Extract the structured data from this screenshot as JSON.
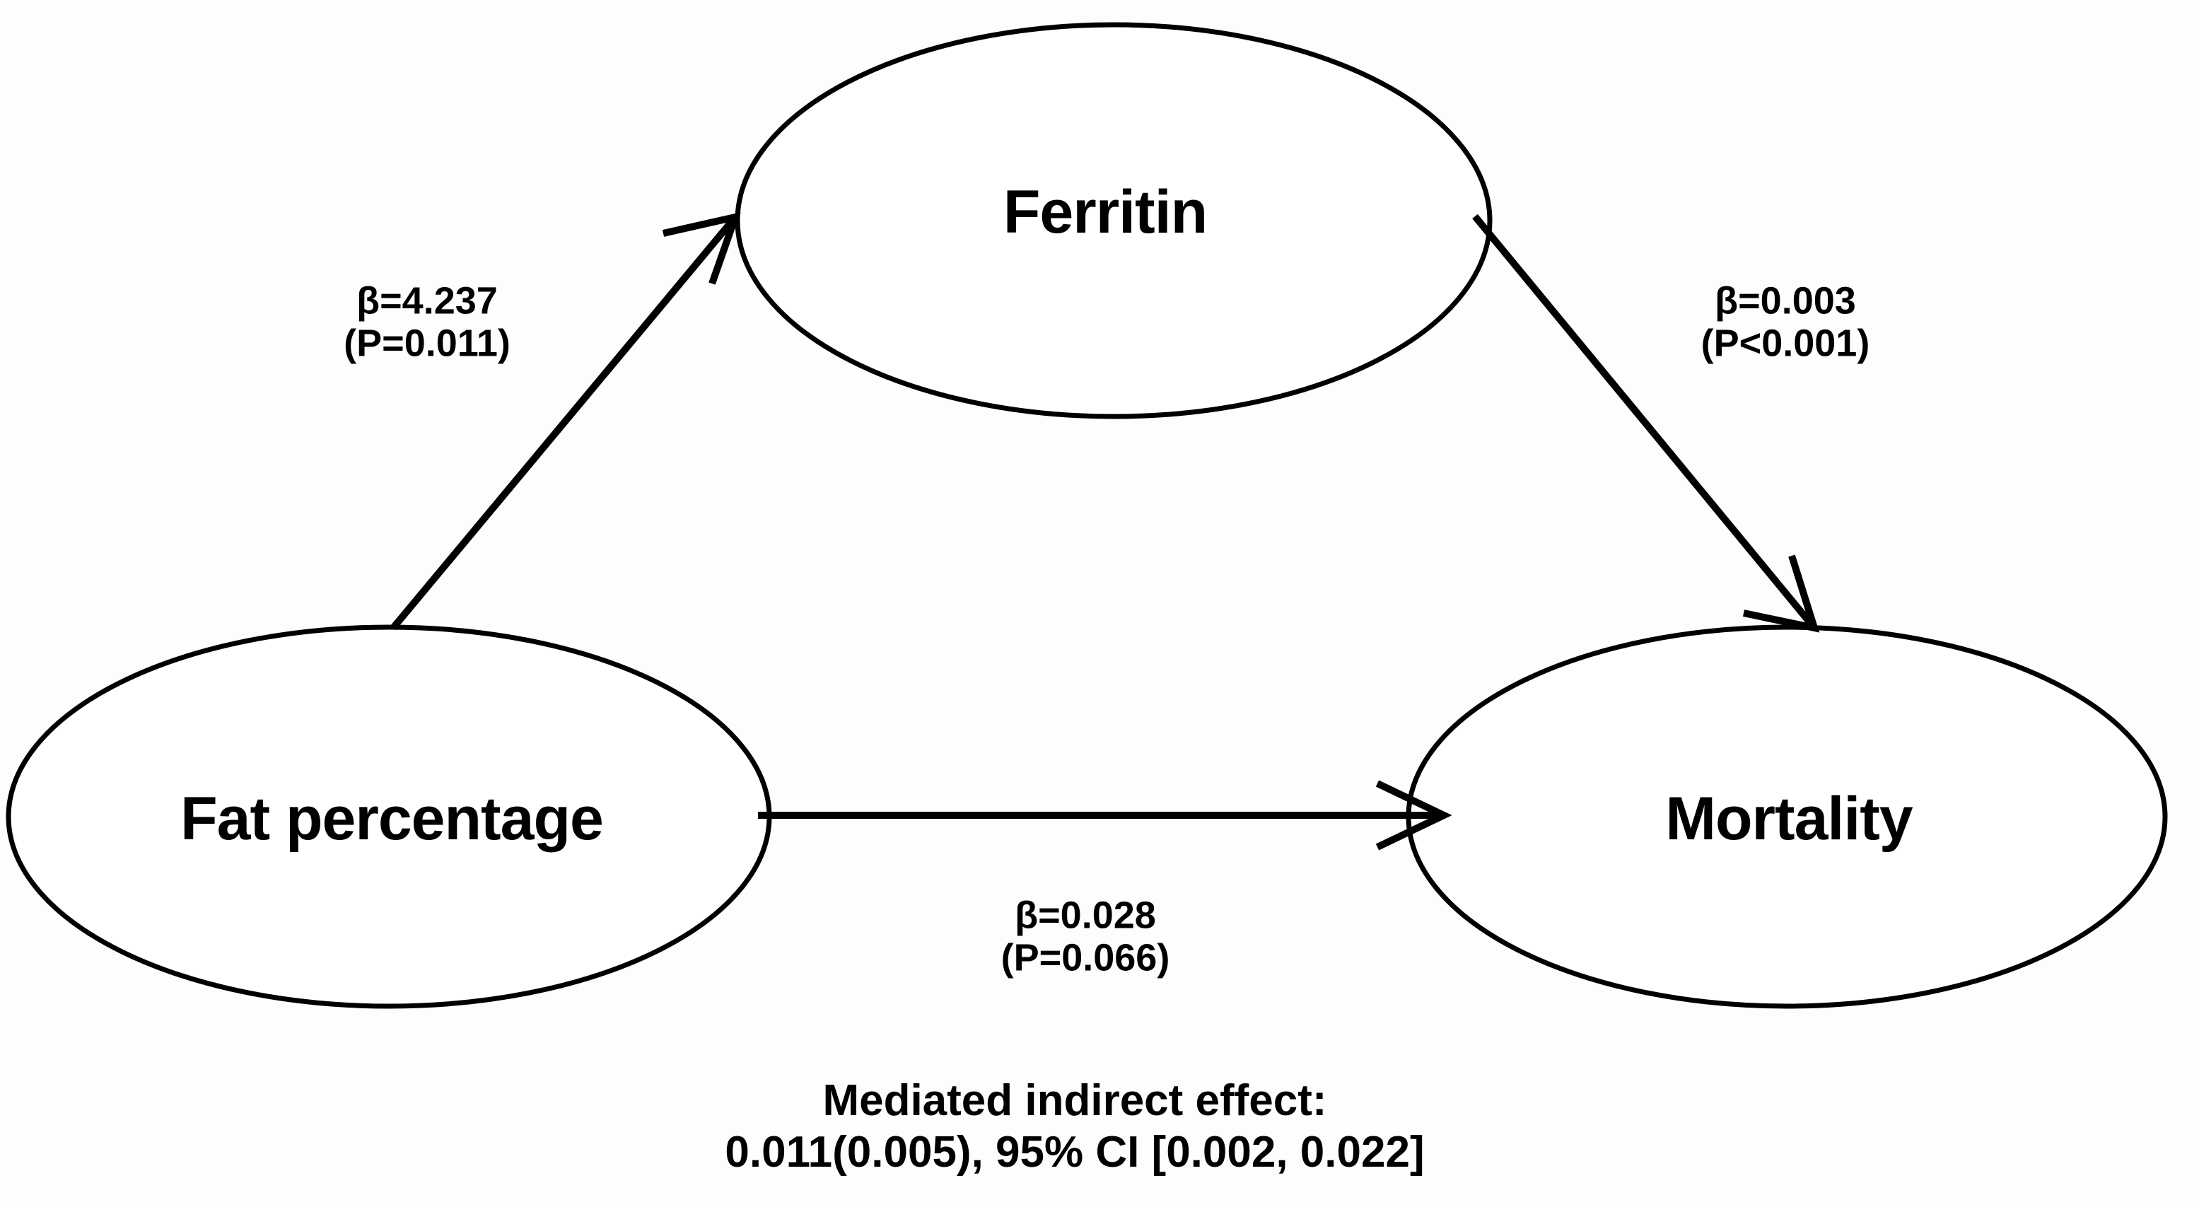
{
  "figure": {
    "type": "mediation-path-diagram",
    "background_color": "#fdfdfd",
    "stroke_color": "#000000"
  },
  "nodes": [
    {
      "id": "fat-percentage",
      "label": "Fat percentage",
      "role": "predictor"
    },
    {
      "id": "ferritin",
      "label": "Ferritin",
      "role": "mediator"
    },
    {
      "id": "mortality",
      "label": "Mortality",
      "role": "outcome"
    }
  ],
  "edges": [
    {
      "id": "a-path",
      "from": "Fat percentage",
      "to": "Ferritin",
      "beta": "β=4.237",
      "pvalue": "(P=0.011)"
    },
    {
      "id": "b-path",
      "from": "Ferritin",
      "to": "Mortality",
      "beta": "β=0.003",
      "pvalue": "(P<0.001)"
    },
    {
      "id": "c-prime-path",
      "from": "Fat percentage",
      "to": "Mortality",
      "beta": "β=0.028",
      "pvalue": "(P=0.066)"
    }
  ],
  "caption": {
    "line1": "Mediated indirect effect:",
    "line2": "0.011(0.005), 95% CI [0.002, 0.022]"
  },
  "chart_data": {
    "type": "diagram",
    "title": "",
    "nodes": [
      "Fat percentage",
      "Ferritin",
      "Mortality"
    ],
    "paths": [
      {
        "path": "a",
        "from": "Fat percentage",
        "to": "Ferritin",
        "beta": 4.237,
        "p": 0.011,
        "p_operator": "="
      },
      {
        "path": "b",
        "from": "Ferritin",
        "to": "Mortality",
        "beta": 0.003,
        "p": 0.001,
        "p_operator": "<"
      },
      {
        "path": "c'",
        "from": "Fat percentage",
        "to": "Mortality",
        "beta": 0.028,
        "p": 0.066,
        "p_operator": "="
      }
    ],
    "indirect_effect": {
      "estimate": 0.011,
      "se": 0.005,
      "ci_level": "95%",
      "ci_low": 0.002,
      "ci_high": 0.022
    }
  }
}
